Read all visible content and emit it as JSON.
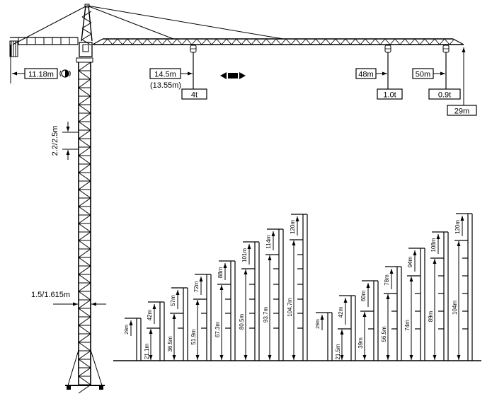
{
  "counter_jib": {
    "radius_label": "11.18m",
    "slew_icon": "rotation-icon"
  },
  "jib": {
    "trolley_icon": "trolley-travel-icon",
    "loads": [
      {
        "radius_label": "14.5m",
        "alt_radius_label": "(13.55m)",
        "load_label": "4t"
      },
      {
        "radius_label": "48m",
        "load_label": "1.0t"
      },
      {
        "radius_label": "50m",
        "load_label": "0.9t"
      }
    ],
    "height_under_hook_label": "29m"
  },
  "mast": {
    "section_height_label": "2.2/2.5m",
    "section_width_label": "1.5/1.615m"
  },
  "height_configs": {
    "left": [
      {
        "lower": "",
        "total": "29m"
      },
      {
        "lower": "21.1m",
        "total": "42m"
      },
      {
        "lower": "36.5m",
        "total": "57m"
      },
      {
        "lower": "51.9m",
        "total": "72m"
      },
      {
        "lower": "67.3m",
        "total": "88m"
      },
      {
        "lower": "80.5m",
        "total": "101m"
      },
      {
        "lower": "93.7m",
        "total": "114m"
      },
      {
        "lower": "104.7m",
        "total": "120m"
      }
    ],
    "right": [
      {
        "lower": "",
        "total": "29m"
      },
      {
        "lower": "21.5m",
        "total": "42m"
      },
      {
        "lower": "39m",
        "total": "60m"
      },
      {
        "lower": "56.5m",
        "total": "78m"
      },
      {
        "lower": "74m",
        "total": "94m"
      },
      {
        "lower": "89m",
        "total": "108m"
      },
      {
        "lower": "104m",
        "total": "120m"
      }
    ]
  }
}
